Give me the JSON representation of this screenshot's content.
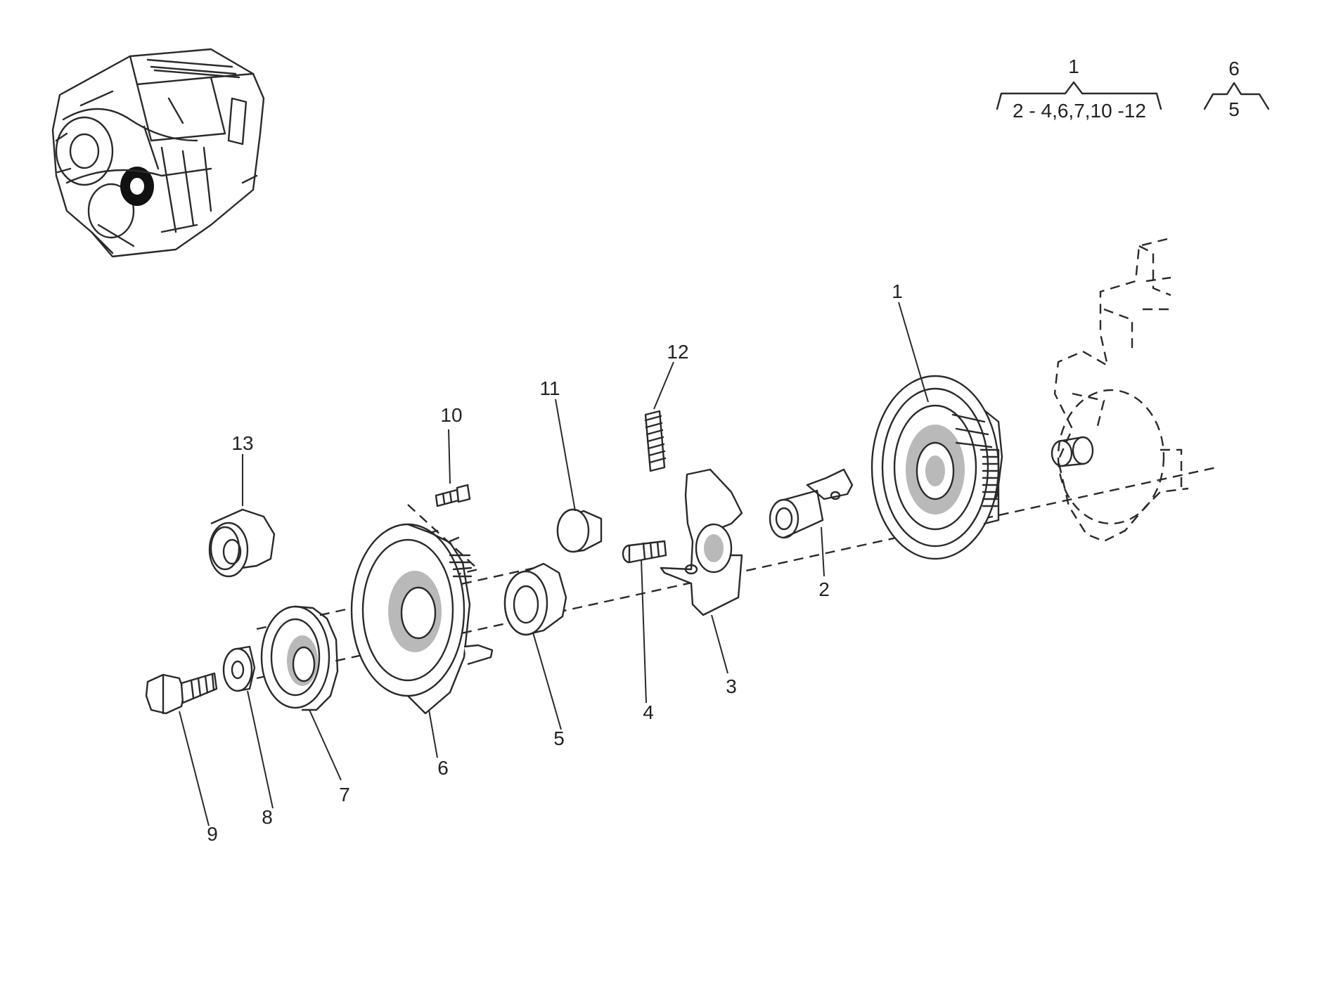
{
  "legend": {
    "group_a": {
      "top": "1",
      "bottom": "2 - 4,6,7,10 -12"
    },
    "group_b": {
      "top": "6",
      "bottom": "5"
    }
  },
  "callouts": {
    "c1": "1",
    "c2": "2",
    "c3": "3",
    "c4": "4",
    "c5": "5",
    "c6": "6",
    "c7": "7",
    "c8": "8",
    "c9": "9",
    "c10": "10",
    "c11": "11",
    "c12": "12",
    "c13": "13"
  },
  "icons": {
    "engine": "engine-thumbnail-icon",
    "pulley": "pulley-icon",
    "bolt": "bolt-icon",
    "washer": "washer-icon",
    "spring": "spring-icon"
  },
  "colors": {
    "ink": "#2a2a2a",
    "shade": "#b9b9b9",
    "background": "#ffffff"
  }
}
